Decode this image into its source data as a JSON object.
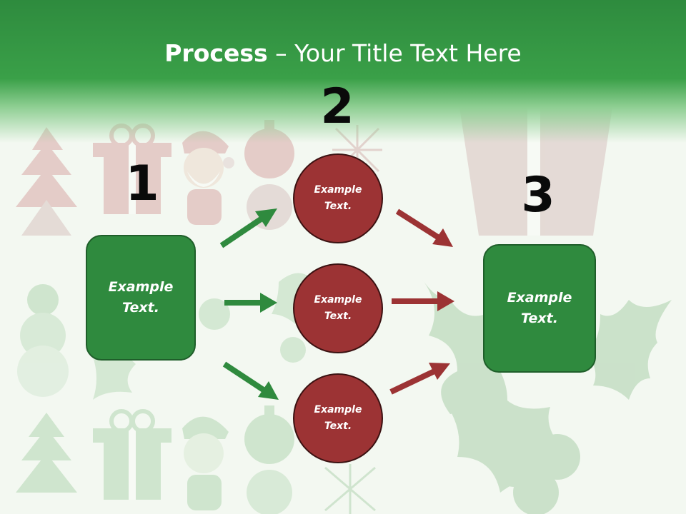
{
  "title": {
    "bold": "Process",
    "separator": " – ",
    "rest": "Your Title Text Here"
  },
  "steps": [
    {
      "number": "1",
      "label": "Example Text."
    },
    {
      "number": "2",
      "label": ""
    },
    {
      "number": "3",
      "label": "Example Text."
    }
  ],
  "circles": [
    {
      "label": "Example Text."
    },
    {
      "label": "Example Text."
    },
    {
      "label": "Example Text."
    }
  ],
  "colors": {
    "header_green": "#3aa048",
    "box_green": "#2f8a3e",
    "circle_red": "#9c3334",
    "arrow_green": "#2f8a3e",
    "arrow_red": "#9c3334"
  },
  "background_icons": [
    "christmas-tree-icon",
    "gift-icon",
    "santa-icon",
    "ornament-icon",
    "snowflake-icon",
    "snowman-icon",
    "holly-icon"
  ]
}
